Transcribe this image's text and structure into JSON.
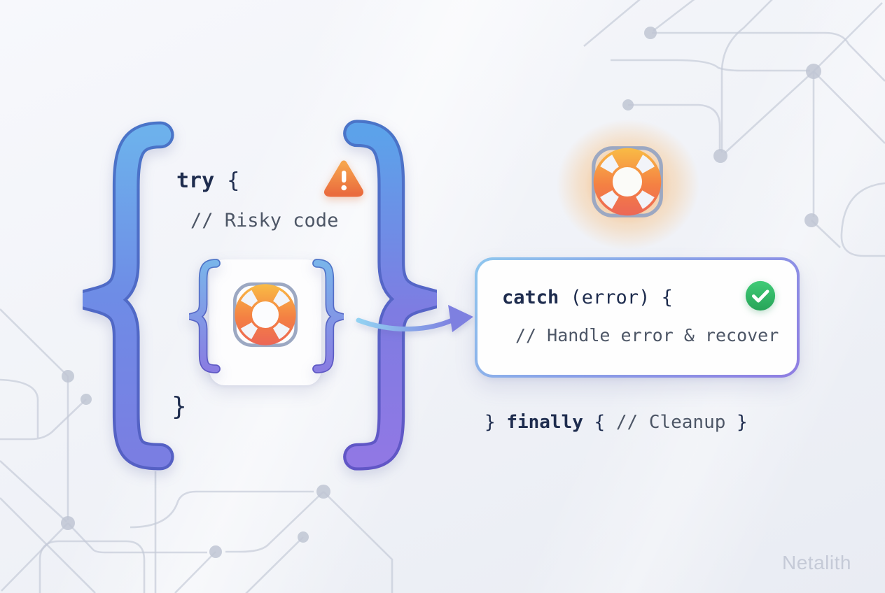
{
  "title": "try / catch / finally error handling illustration",
  "try_block": {
    "keyword": "try",
    "open_brace": " {",
    "comment": "// Risky code",
    "close_brace": "}"
  },
  "catch_box": {
    "keyword": "catch",
    "params": " (error) {",
    "comment": "// Handle error & recover"
  },
  "finally_line": {
    "close_brace": "} ",
    "keyword": "finally",
    "open_brace": " { ",
    "comment": "// Cleanup",
    "end_brace": " }"
  },
  "watermark": {
    "text": "Netalith"
  },
  "icons": {
    "warning": "warning-triangle",
    "inner_card": "lifebuoy",
    "top_right": "lifebuoy",
    "catch_status": "check-circle",
    "flow": "curved-arrow"
  },
  "colors": {
    "code_text": "#1e2c4e",
    "comment_text": "#4d5666",
    "brace_blue": "#66a9ea",
    "brace_purple": "#8b7ce4",
    "warning_orange": "#ef7a41",
    "lifebuoy_orange": "#f4813f",
    "success_green": "#32b766",
    "box_border_blue": "#8fc7ee",
    "box_border_purple": "#8f7de2",
    "circuit_gray": "#c4cad7",
    "watermark_gray": "#c5cad7"
  }
}
